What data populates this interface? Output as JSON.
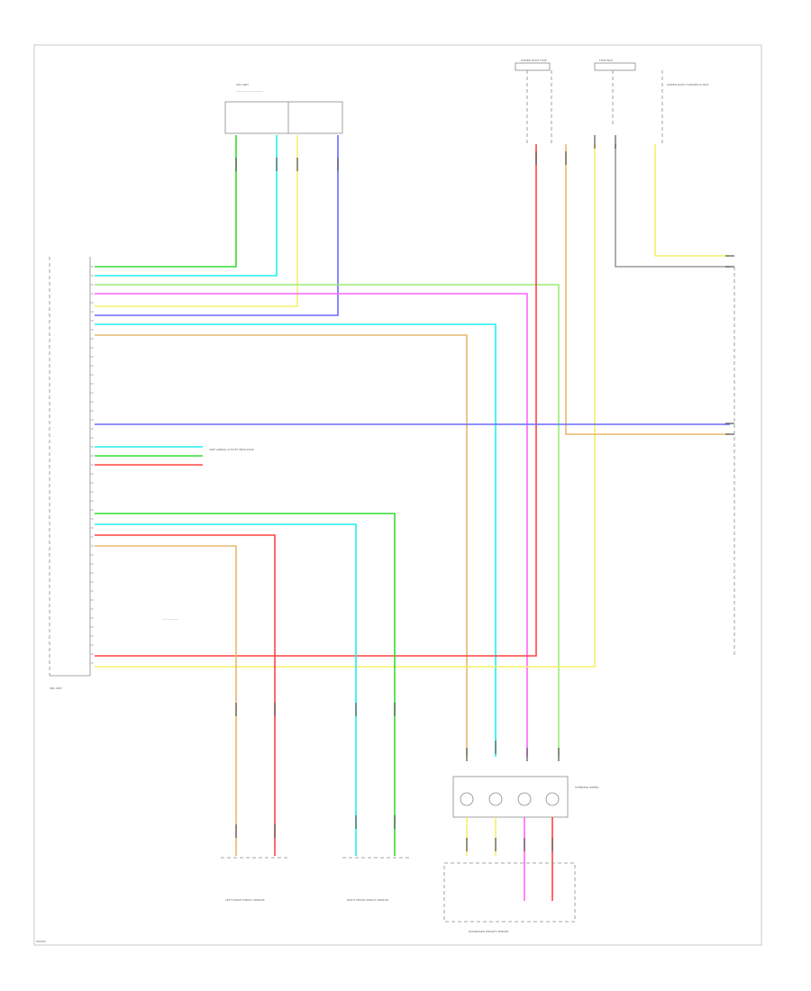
{
  "title": "",
  "colors": {
    "green": "#33dd33",
    "cyan": "#22eeee",
    "yellow": "#f4f06a",
    "blue": "#6a6aff",
    "pink": "#ff66ff",
    "red": "#ff4444",
    "tan": "#e8b870",
    "lightgreen": "#99ee77",
    "gray": "#9a9a9a"
  },
  "labels": {
    "top_module": "SRS UNIT",
    "left_module": "SRS UNIT",
    "left_front_sensor": "LEFT FRONT IMPACT SENSOR",
    "right_front_sensor": "RIGHT FRONT IMPACT SENSOR",
    "side_airbag_module": "SIDE AIRBAG CUTOFF INDICATOR",
    "steering_module": "STEERING WHEEL",
    "passenger_weight": "PASSENGER WEIGHT SENSOR",
    "top_right_fuse_a": "UNDER-DASH FUSE",
    "top_right_fuse_b": "FUSE BOX",
    "top_right_note": "UNDER-DASH FUSE/RELAY BOX",
    "footer_code": "W0000"
  },
  "icons": [
    "ground-icon",
    "connector-icon",
    "splice-icon"
  ]
}
